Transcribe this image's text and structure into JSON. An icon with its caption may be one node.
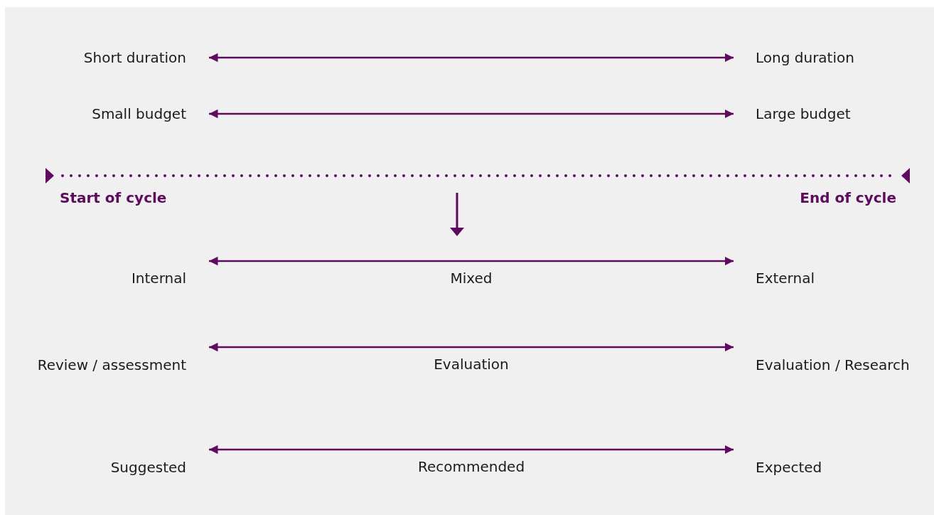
{
  "diagram": {
    "nodes": [
      {
        "text": [
          "Short duration"
        ]
      },
      {
        "text": [
          "Long duration"
        ]
      },
      {
        "text": [
          "Small budget"
        ]
      },
      {
        "text": [
          "Large budget"
        ]
      },
      {
        "text": [
          "Internal"
        ]
      },
      {
        "text": [
          "External"
        ]
      },
      {
        "text": [
          "Review / assessment"
        ]
      },
      {
        "text": [
          "Evaluation / Research"
        ]
      },
      {
        "text": [
          "Suggested"
        ]
      },
      {
        "text": [
          "Expected"
        ]
      }
    ],
    "edges": [
      {
        "from": 0,
        "to": 1,
        "arrow": "both"
      },
      {
        "from": 2,
        "to": 3,
        "arrow": "both"
      },
      {
        "from": 4,
        "to": 5,
        "arrow": "both",
        "label": "Mixed"
      },
      {
        "from": 6,
        "to": 7,
        "arrow": "both",
        "label": "Evaluation"
      },
      {
        "from": 8,
        "to": 9,
        "arrow": "both",
        "label": "Recommended"
      }
    ],
    "labels": [
      "Start of cycle",
      "End of cycle"
    ]
  }
}
